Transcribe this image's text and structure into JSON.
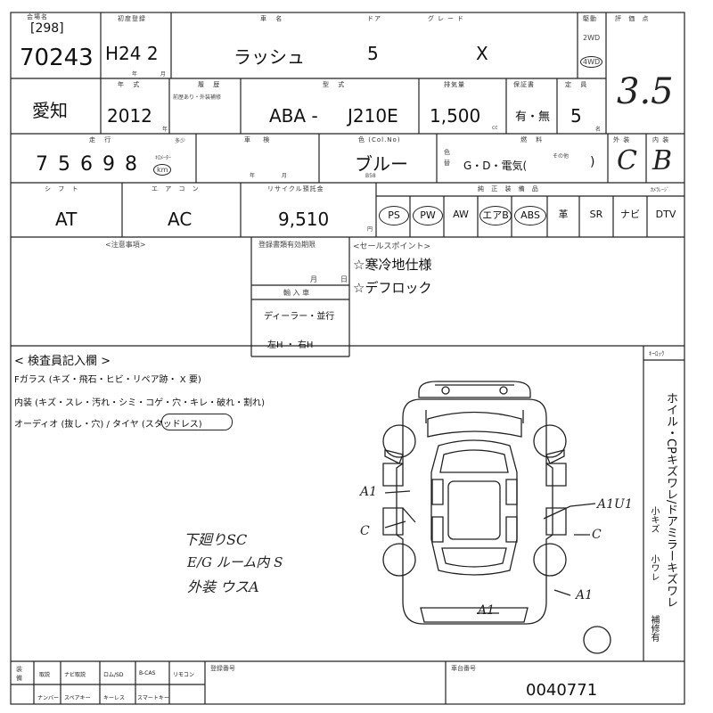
{
  "header": {
    "venue_label": "会場名",
    "venue_code": "[298]",
    "lot_number": "70243",
    "first_reg_label": "初度登録",
    "first_reg": "H24 2",
    "year_month_unit": "年 月",
    "car_name_label": "車 名",
    "car_name": "ラッシュ",
    "doors_label": "ドア",
    "doors": "5",
    "grade_label": "グレード",
    "grade": "X",
    "drive_label": "駆動",
    "drive_2wd": "2WD",
    "drive_4wd": "4WD",
    "score_label": "評 価 点",
    "score": "3.5"
  },
  "row2": {
    "region": "愛知",
    "model_year_label": "年 式",
    "model_year": "2012",
    "year_unit": "年",
    "history_label": "履 歴",
    "history_note": "前歴あり・外装補修",
    "model_label": "型 式",
    "model_prefix": "ABA -",
    "model_code": "J210E",
    "displacement_label": "排気量",
    "displacement": "1,500",
    "cc_unit": "cc",
    "warranty_label": "保証書",
    "warranty": "有・無",
    "capacity_label": "定 員",
    "capacity": "5",
    "capacity_unit": "名"
  },
  "row3": {
    "mileage_label": "走 行",
    "mileage_note": "多少",
    "mileage": "7 5  6 9 8",
    "mileage_unit": "km",
    "mileage_unit_label": "ｷﾛﾒｰﾀｰ",
    "shaken_label": "車 検",
    "shaken_unit": "年  月",
    "color_label": "色 (Col.No)",
    "color": "ブルー",
    "color_code": "B58",
    "color_change_label": "色替",
    "fuel_label": "燃 料",
    "fuel": "G・D・電気(",
    "fuel_other": "その他",
    "fuel_close": ")",
    "exterior_label": "外 装",
    "exterior": "C",
    "interior_label": "内 装",
    "interior": "B"
  },
  "row4": {
    "shift_label": "シ フ ト",
    "shift": "AT",
    "ac_label": "エ ア コ ン",
    "ac": "AC",
    "recycle_label": "リサイクル預託金",
    "recycle": "9,510",
    "recycle_unit": "円",
    "equip_label": "純 正 装 備 品",
    "equipment": [
      "PS",
      "PW",
      "AW",
      "エアB",
      "ABS",
      "革",
      "SR",
      "ナビ",
      "DTV"
    ],
    "equipment_circled": [
      "PS",
      "PW",
      "エアB",
      "ABS"
    ],
    "camera_label": "ｶﾒﾗﾚｰｼﾞ"
  },
  "notes": {
    "caution_label": "<注意事項>",
    "reg_expiry_label": "登録書類有効期限",
    "month_label": "月",
    "day_label": "日",
    "import_label": "輸 入 車",
    "import_value": "ディーラー・並行",
    "handle_value": "左H ・ 右H",
    "sales_label": "<セールスポイント>",
    "sales_points": [
      "☆寒冷地仕様",
      "☆デフロック"
    ]
  },
  "inspection": {
    "title": "< 検査員記入欄 >",
    "lines": [
      "Fガラス (キズ・飛石・ヒビ・リペア跡・ X 要)",
      "内装 (キズ・スレ・汚れ・シミ・コゲ・穴・キレ・破れ・割れ)",
      "オーディオ (抜し・穴) / タイヤ (スタッドレス)"
    ],
    "handwritten": [
      "下廻りSC",
      "E/G ルーム内 S",
      "外装 ウスA"
    ],
    "damage_marks": [
      "A1",
      "C",
      "A1U1",
      "C",
      "A1",
      "A1"
    ],
    "keylock_label": "ｷｰﾛｯｸ",
    "right_vertical": "ホイル・CPキズワレ/ドアミラーキズワレ",
    "mirror_small_1": "小キズ",
    "mirror_small_2": "小ワレ",
    "mirror_repair": "補修有"
  },
  "footer": {
    "col0": "装備",
    "items_top": [
      "取説",
      "ナビ取説",
      "ロム/SD",
      "B-CAS",
      "リモコン"
    ],
    "items_bottom": [
      "ナンバー",
      "スペアキー",
      "キーレス",
      "スマートキー"
    ],
    "vin_label": "登録番号",
    "chassis_label": "車台番号",
    "chassis_number": "0040771"
  }
}
